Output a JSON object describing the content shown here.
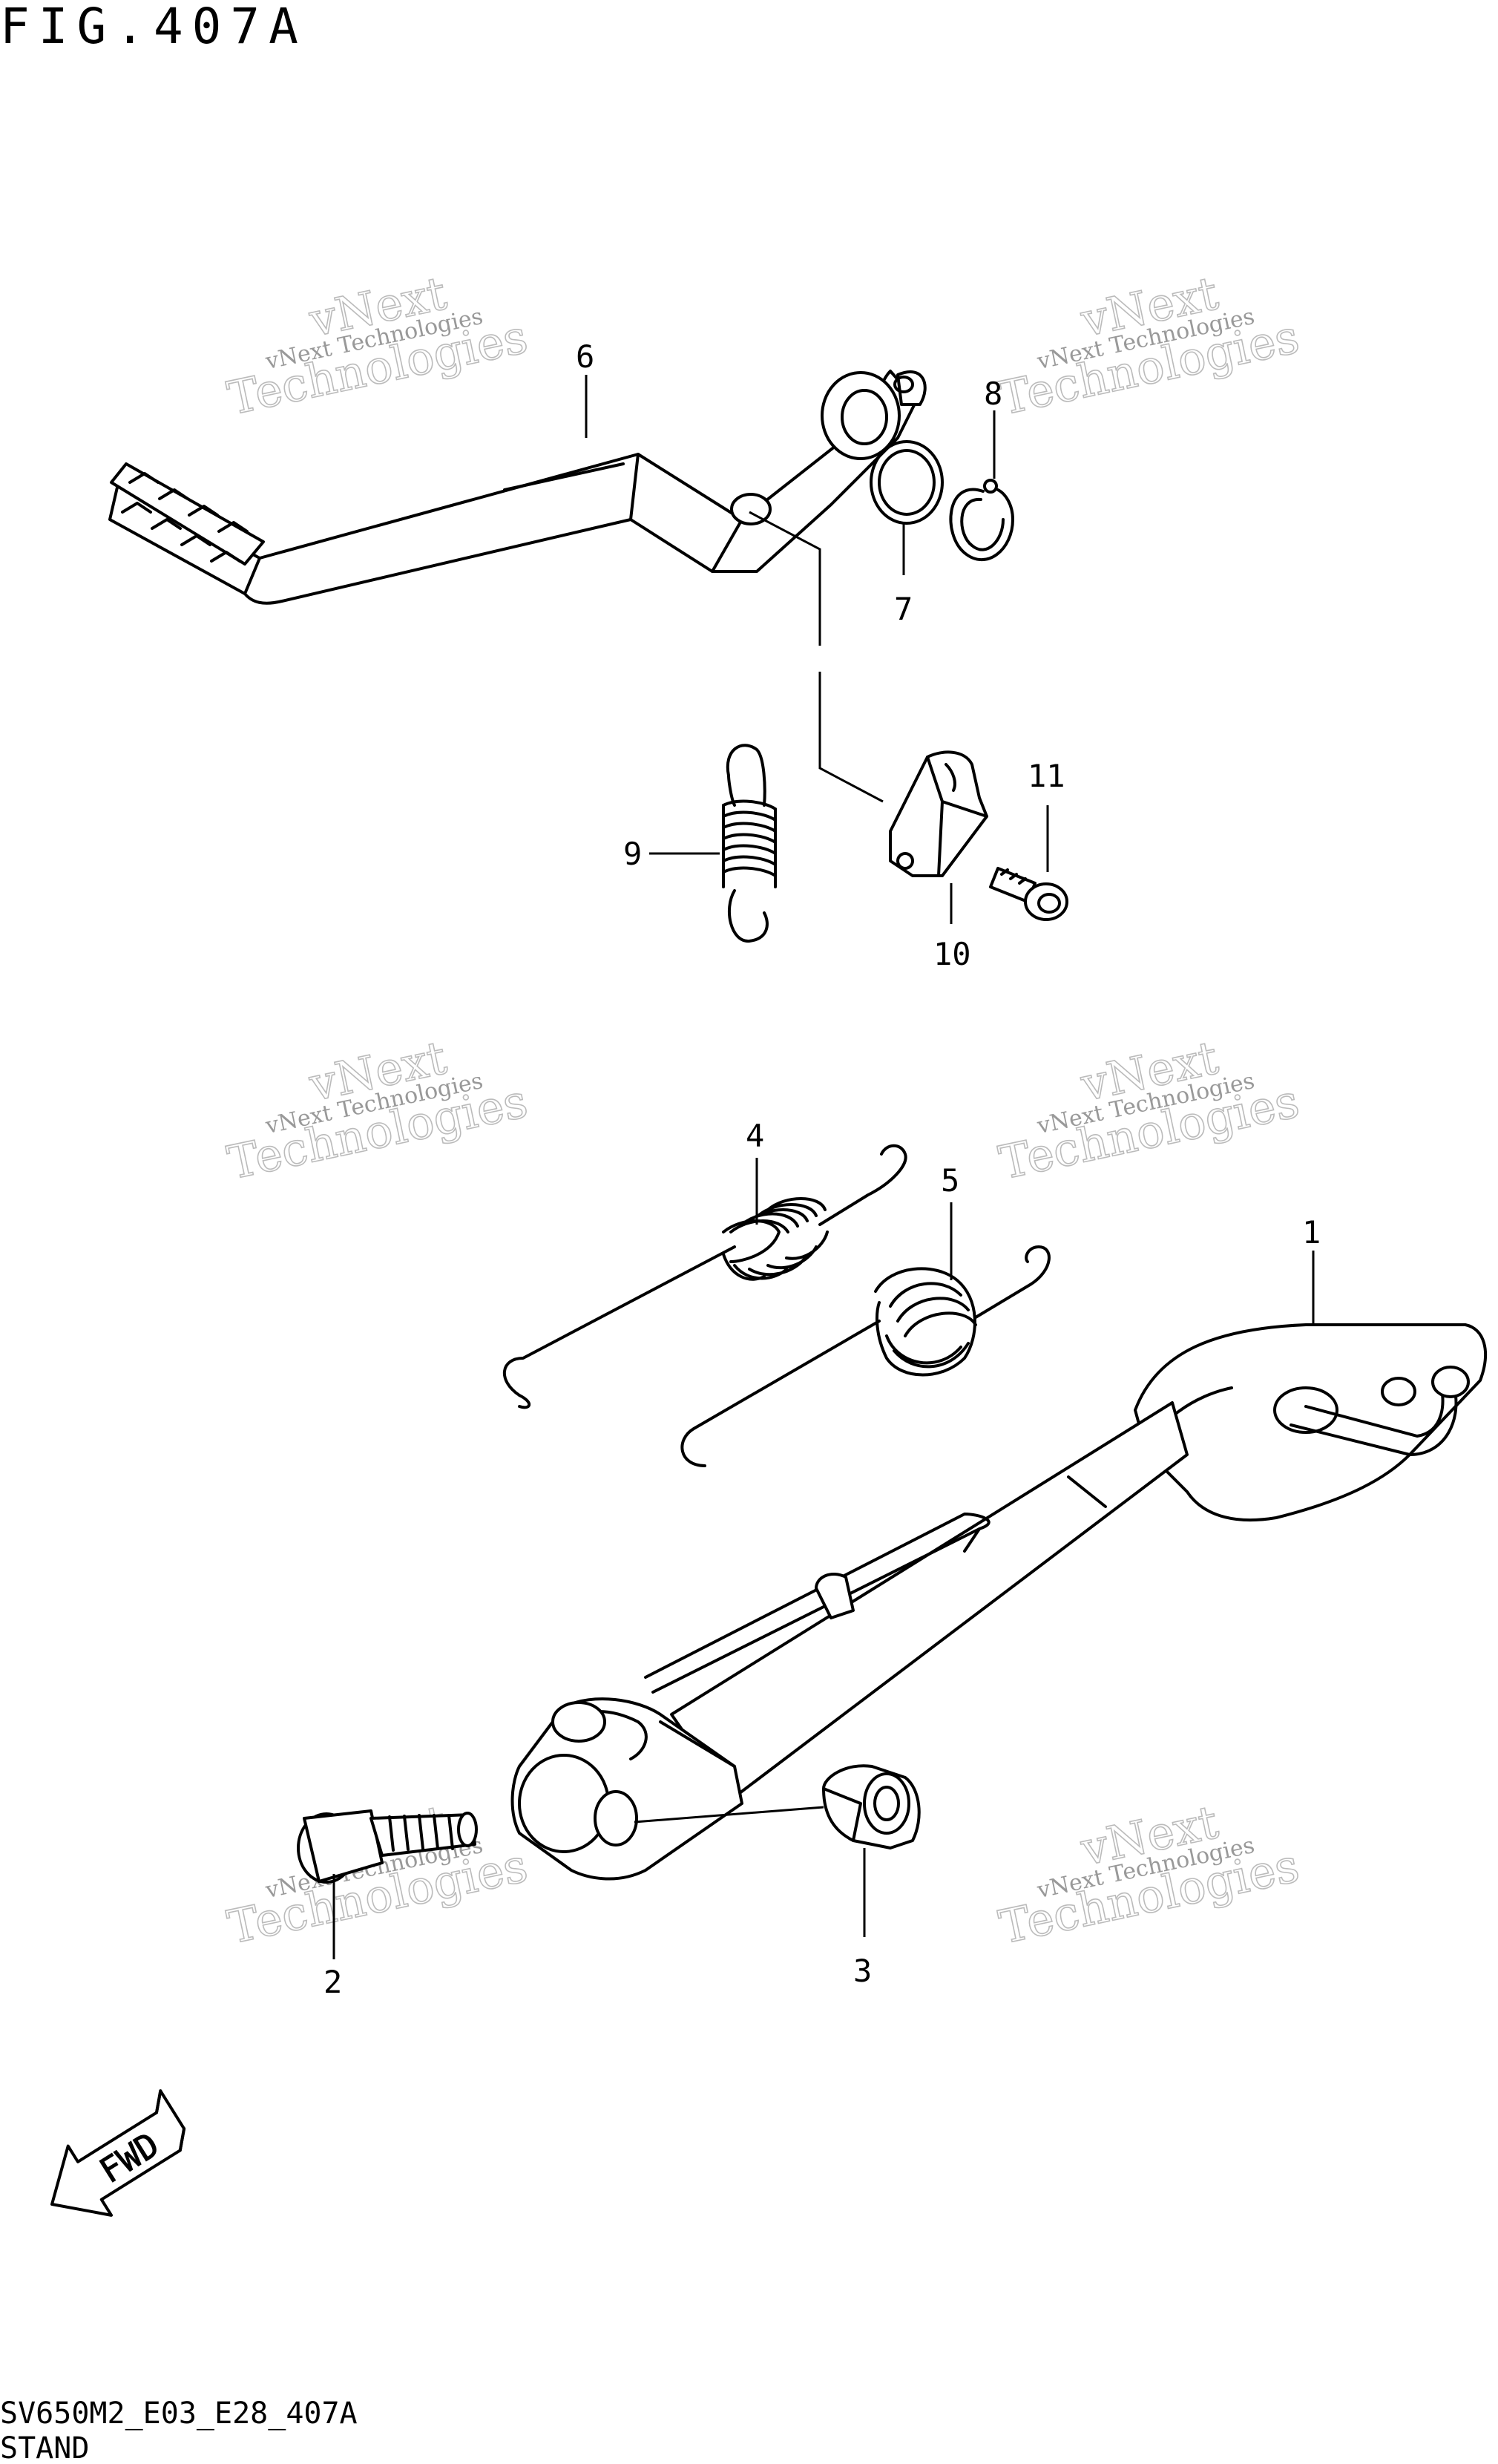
{
  "figure_title": "FIG.407A",
  "model_code": "SV650M2_E03_E28_407A",
  "section_name": "STAND",
  "fwd_label": "FWD",
  "watermark": {
    "line1": "vNext Technologies",
    "line2": "Technologies",
    "line3": "vNext"
  },
  "callouts": [
    "1",
    "2",
    "3",
    "4",
    "5",
    "6",
    "7",
    "8",
    "9",
    "10",
    "11"
  ],
  "parts": [
    {
      "callout": "1",
      "icon": "side-stand-icon"
    },
    {
      "callout": "2",
      "icon": "pivot-bolt-icon"
    },
    {
      "callout": "3",
      "icon": "nut-icon"
    },
    {
      "callout": "4",
      "icon": "spring-icon"
    },
    {
      "callout": "5",
      "icon": "spring-icon"
    },
    {
      "callout": "6",
      "icon": "brake-pedal-icon"
    },
    {
      "callout": "7",
      "icon": "o-ring-icon"
    },
    {
      "callout": "8",
      "icon": "circlip-icon"
    },
    {
      "callout": "9",
      "icon": "spring-icon"
    },
    {
      "callout": "10",
      "icon": "bracket-icon"
    },
    {
      "callout": "11",
      "icon": "bolt-icon"
    }
  ]
}
